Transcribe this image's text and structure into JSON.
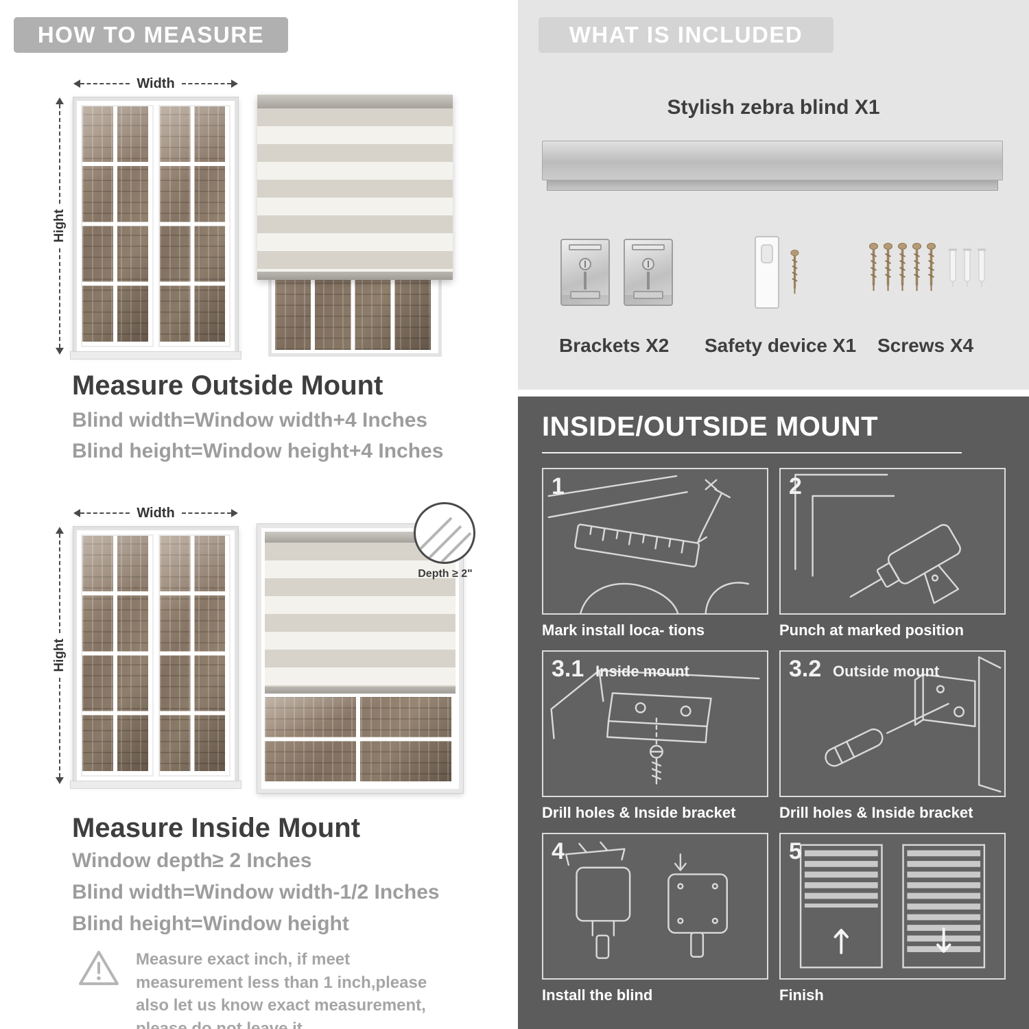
{
  "left": {
    "banner": "HOW TO MEASURE",
    "outside": {
      "width_label": "Width",
      "height_label": "Hight",
      "title": "Measure Outside Mount",
      "line1": "Blind width=Window width+4 Inches",
      "line2": "Blind height=Window height+4 Inches"
    },
    "inside": {
      "width_label": "Width",
      "height_label": "Hight",
      "depth_label": "Depth ≥ 2\"",
      "title": "Measure Inside Mount",
      "line1": "Window depth≥ 2 Inches",
      "line2": "Blind width=Window width-1/2 Inches",
      "line3": "Blind height=Window height"
    },
    "warning_text": "Measure exact inch, if meet measurement less than 1 inch,please also let us know exact measurement, please do not leave it"
  },
  "right": {
    "included": {
      "banner": "WHAT IS INCLUDED",
      "blind_label": "Stylish zebra blind X1",
      "items": [
        {
          "label": "Brackets X2"
        },
        {
          "label": "Safety device X1"
        },
        {
          "label": "Screws X4"
        }
      ]
    },
    "mount": {
      "title": "INSIDE/OUTSIDE MOUNT",
      "steps": [
        {
          "num": "1",
          "caption": "Mark install loca- tions"
        },
        {
          "num": "2",
          "caption": "Punch at  marked position"
        },
        {
          "num": "3.1",
          "inner_label": "Inside mount",
          "caption": "Drill holes &  Inside bracket"
        },
        {
          "num": "3.2",
          "inner_label": "Outside mount",
          "caption": "Drill holes &  Inside bracket"
        },
        {
          "num": "4",
          "caption": "Install the blind"
        },
        {
          "num": "5",
          "caption": "Finish"
        }
      ]
    }
  },
  "colors": {
    "left_banner_gray": "#b0b0b0",
    "included_bg": "#e5e5e5",
    "included_banner": "#d4d4d4",
    "mount_bg": "#5c5c5c",
    "heading_text": "#3e3e3e",
    "body_text": "#9d9d9d",
    "line_art": "#d9d9d9"
  }
}
